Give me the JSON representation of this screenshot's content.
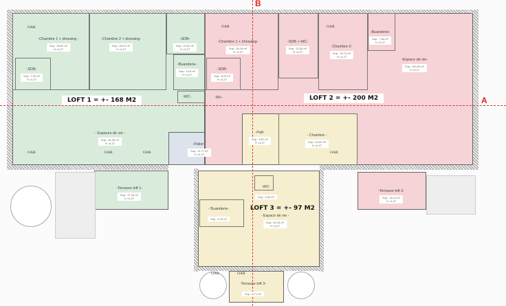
{
  "axes": {
    "vertical": "B",
    "horizontal": "A"
  },
  "lofts": [
    {
      "label": "LOFT 1 = +- 168 M2",
      "color": "#d9ecdc"
    },
    {
      "label": "LOFT 2 = +- 200 M2",
      "color": "#f6d3d6"
    },
    {
      "label": "LOFT 3 = +- 97 M2",
      "color": "#f6efcf"
    }
  ],
  "rooms": [
    {
      "name": "-Chambre 1 + dressing -",
      "sup": "Sup.: 28,52 m²",
      "h": "H =4,27"
    },
    {
      "name": "-Chambre 2 + dressing-",
      "sup": "Sup.: 28,41 m²",
      "h": "H =4,27"
    },
    {
      "name": "-SDB-",
      "sup": "Sup.: 10,81 m²",
      "h": "H =4,27"
    },
    {
      "name": "-SDB-",
      "sup": "Sup.: 7,32 m²",
      "h": "H =4,27"
    },
    {
      "name": "-Buanderie-",
      "sup": "Sup.: 5,19 m²",
      "h": "H =4,27"
    },
    {
      "name": "-WC-",
      "sup": "",
      "h": ""
    },
    {
      "name": "- Espaces de vie -",
      "sup": "Sup.: 81,09 m²",
      "h": "H =4,27"
    },
    {
      "name": "-Terrasse loft 1-",
      "sup": "Sup.: 17,44 m²",
      "h": "H =4,27"
    },
    {
      "name": "-Palier -",
      "sup": "Sup.: 11,77 m²",
      "h": "H =4,27"
    },
    {
      "name": "-Chambre 1 + Dressing-",
      "sup": "Sup.: 26,18 m²",
      "h": "H =4,27"
    },
    {
      "name": "-SDB + WC-",
      "sup": "Sup.: 13,36 m²",
      "h": "H =4,27"
    },
    {
      "name": "-Chambre 2-",
      "sup": "Sup.: 19,73 m²",
      "h": "H =4,27"
    },
    {
      "name": "-Buanderie-",
      "sup": "Sup.: 7,84 m²",
      "h": "H =4,27"
    },
    {
      "name": "-Espace de vie-",
      "sup": "Sup.: 115,90 m²",
      "h": "H =4,27"
    },
    {
      "name": "-SDB-",
      "sup": "Sup.: 8,75 m²",
      "h": "H =4,27"
    },
    {
      "name": "-Wc-",
      "sup": "",
      "h": ""
    },
    {
      "name": "-Terrasse loft 2-",
      "sup": "Sup.: 16,11 m²",
      "h": "H =4,27"
    },
    {
      "name": "-Palf-",
      "sup": "Sup.: 5,87 m²",
      "h": "H =4,27"
    },
    {
      "name": "- Chambre -",
      "sup": "Sup.: 23,02 m²",
      "h": "H =4,27"
    },
    {
      "name": "-WC-",
      "sup": "Sup.: 2,00 m²",
      "h": ""
    },
    {
      "name": "- Buanderie-",
      "sup": "Sup.: 6,76 m²",
      "h": ""
    },
    {
      "name": "- Espace de vie -",
      "sup": "Sup.: 46,18 m²",
      "h": "H =4,27"
    },
    {
      "name": "-Terrasse loft 3-",
      "sup": "Sup.: 8,71 m²",
      "h": ""
    }
  ],
  "window_label": "OAR"
}
